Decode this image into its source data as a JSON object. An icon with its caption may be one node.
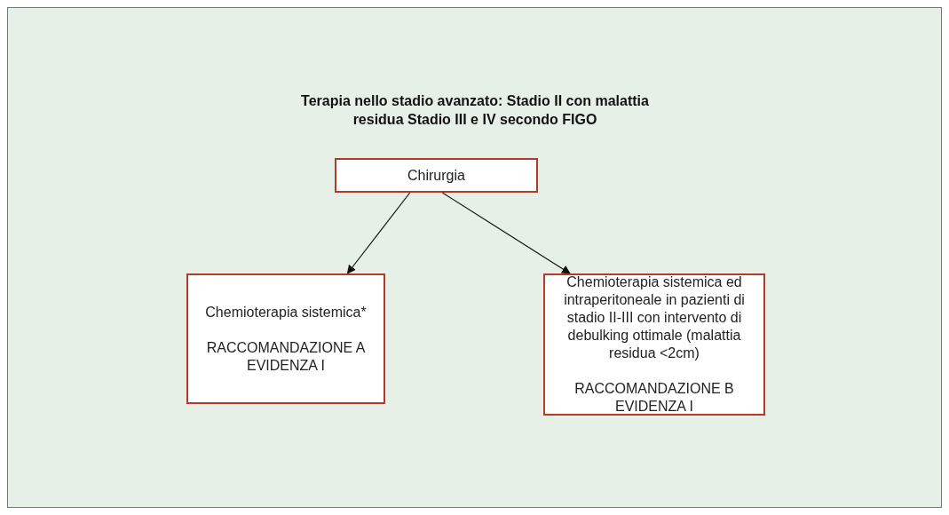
{
  "diagram": {
    "title": "Terapia nello stadio avanzato: Stadio II con malattia residua Stadio III e IV secondo FIGO",
    "nodes": [
      {
        "text": [
          "Chirurgia"
        ]
      },
      {
        "text": [
          "Chemioterapia sistemica*",
          "RACCOMANDAZIONE A EVIDENZA I"
        ]
      },
      {
        "text": [
          "Chemioterapia sistemica ed intraperitoneale in pazienti di stadio II-III con intervento di debulking ottimale (malattia residua <2cm)",
          "RACCOMANDAZIONE B EVIDENZA I"
        ]
      }
    ],
    "edges": [
      {
        "from": 0,
        "to": 1,
        "arrow": "to"
      },
      {
        "from": 0,
        "to": 2,
        "arrow": "to"
      }
    ]
  }
}
